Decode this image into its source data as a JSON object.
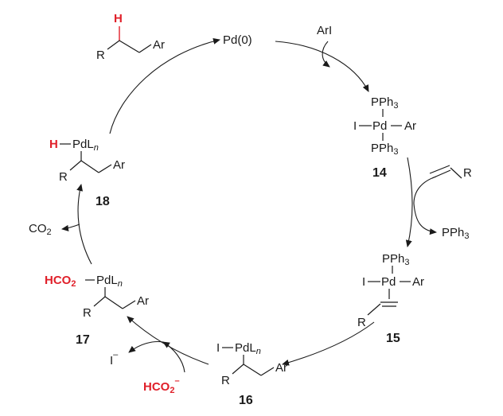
{
  "pd0": "Pd(0)",
  "reagents": {
    "ArI": "ArI",
    "PPh3_out": "PPh",
    "PPh3_out_sub": "3",
    "CO2_main": "CO",
    "CO2_sub": "2",
    "I_minus": "I",
    "I_minus_sup": "–",
    "HCO2_in_main": "HCO",
    "HCO2_in_sub": "2",
    "HCO2_in_sup": "–"
  },
  "c14": {
    "num": "14",
    "pph3_top": "PPh",
    "pph3_top_sub": "3",
    "row_I": "I",
    "row_Pd": "Pd",
    "row_Ar": "Ar",
    "pph3_bot": "PPh",
    "pph3_bot_sub": "3"
  },
  "c15": {
    "num": "15",
    "pph3": "PPh",
    "pph3_sub": "3",
    "I": "I",
    "Pd": "Pd",
    "Ar": "Ar",
    "R": "R"
  },
  "c16": {
    "num": "16",
    "I": "I",
    "PdL": "PdL",
    "n": "n",
    "R": "R",
    "Ar": "Ar"
  },
  "c17": {
    "num": "17",
    "hco2_main": "HCO",
    "hco2_sub": "2",
    "PdL": "PdL",
    "n": "n",
    "R": "R",
    "Ar": "Ar"
  },
  "c18": {
    "num": "18",
    "H": "H",
    "PdL": "PdL",
    "n": "n",
    "R": "R",
    "Ar": "Ar"
  },
  "product": {
    "H": "H",
    "R": "R",
    "Ar": "Ar"
  },
  "olefin": {
    "R": "R"
  }
}
